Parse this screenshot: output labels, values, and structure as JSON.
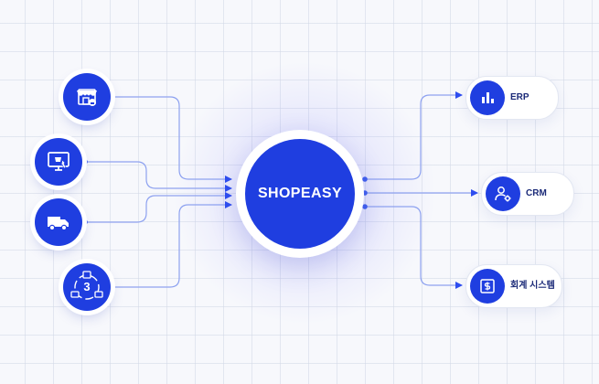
{
  "hub": {
    "label": "SHOPEASY"
  },
  "sources": [
    {
      "icon": "storefront-icon"
    },
    {
      "icon": "monitor-shopping-icon"
    },
    {
      "icon": "delivery-truck-icon"
    },
    {
      "icon": "cycle-icon",
      "badge": "3"
    }
  ],
  "targets": [
    {
      "icon": "bar-chart-icon",
      "label": "ERP"
    },
    {
      "icon": "user-gear-icon",
      "label": "CRM"
    },
    {
      "icon": "dollar-doc-icon",
      "label": "회계 시스템"
    }
  ],
  "colors": {
    "accent": "#1f3ee0",
    "line": "#8ea2f0",
    "text": "#1b2a78"
  }
}
